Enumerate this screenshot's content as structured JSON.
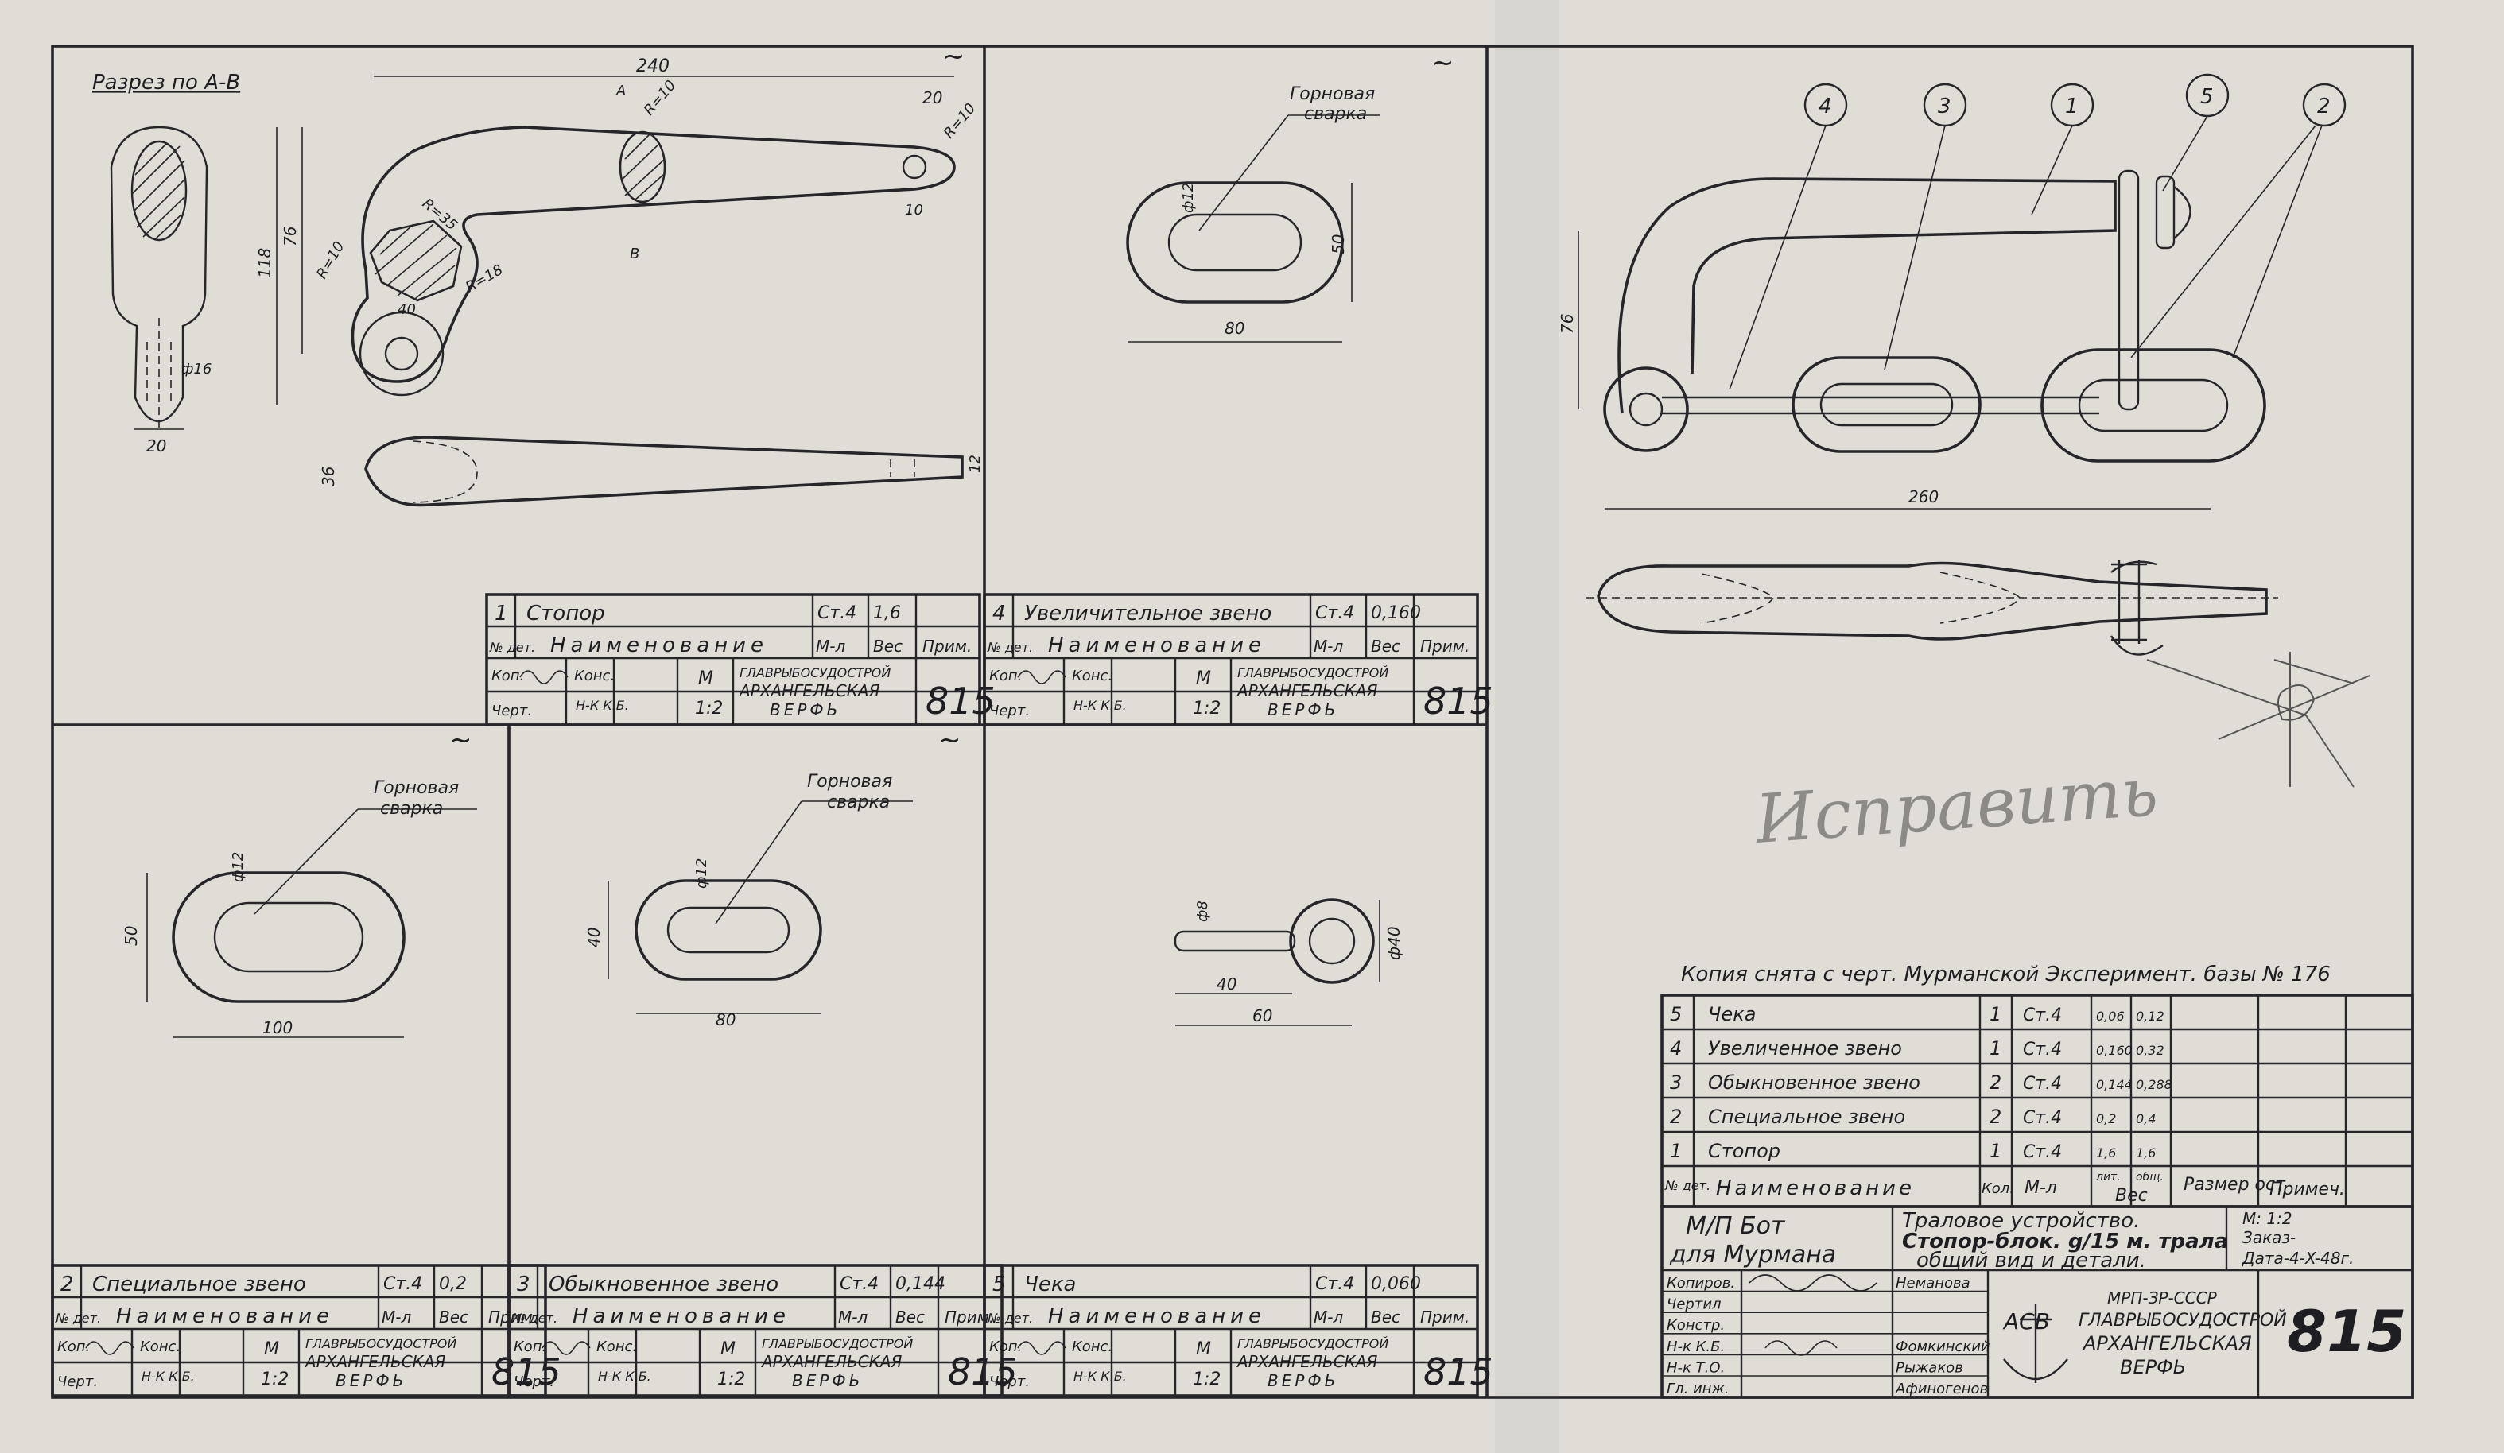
{
  "section_label": "Разрез по А-В",
  "surface_mark": "~",
  "dims": {
    "stopper": [
      "240",
      "20",
      "R=10",
      "R=10",
      "R=35",
      "R=18",
      "R=10",
      "76",
      "118",
      "10",
      "40",
      "ф16",
      "20",
      "36",
      "12",
      "A",
      "B"
    ],
    "link_enlarged": [
      "ф12",
      "50",
      "80"
    ],
    "link_special": [
      "ф12",
      "50",
      "100"
    ],
    "link_common": [
      "ф12",
      "40",
      "80"
    ],
    "pin": [
      "ф8",
      "ф40",
      "40",
      "60"
    ],
    "assembly": [
      "76",
      "260"
    ]
  },
  "weld_note": {
    "line1": "Горновая",
    "line2": "сварка"
  },
  "balloons": [
    "4",
    "3",
    "1",
    "5",
    "2"
  ],
  "handwritten_note": "Исправить",
  "detail_blocks": [
    {
      "no": "1",
      "name": "Стопор",
      "mat": "Ст.4",
      "wt": "1,6"
    },
    {
      "no": "4",
      "name": "Увеличительное звено",
      "mat": "Ст.4",
      "wt": "0,160"
    },
    {
      "no": "2",
      "name": "Специальное звено",
      "mat": "Ст.4",
      "wt": "0,2"
    },
    {
      "no": "3",
      "name": "Обыкновенное звено",
      "mat": "Ст.4",
      "wt": "0,144"
    },
    {
      "no": "5",
      "name": "Чека",
      "mat": "Ст.4",
      "wt": "0,060"
    }
  ],
  "block_labels": {
    "det_no": "№ дет.",
    "name_hdr": "Наименование",
    "mat_hdr": "М-л",
    "wt_hdr": "Вес",
    "note_hdr": "Прим.",
    "kop": "Коп.",
    "kons": "Конс.",
    "cherT": "Черт.",
    "nk": "Н-К К.Б.",
    "m": "М",
    "scale": "1:2",
    "org1": "ГЛАВРЫБОСУДОСТРОЙ",
    "org2": "АРХАНГЕЛЬСКАЯ",
    "org3": "ВЕРФЬ",
    "drawing_no": "815"
  },
  "copy_note": "Копия снята с черт. Мурманской Эксперимент. базы № 176",
  "bom": {
    "rows": [
      {
        "no": "5",
        "name": "Чека",
        "qty": "1",
        "mat": "Ст.4",
        "w1": "0,06",
        "w2": "0,12"
      },
      {
        "no": "4",
        "name": "Увеличенное звено",
        "qty": "1",
        "mat": "Ст.4",
        "w1": "0,160",
        "w2": "0,32"
      },
      {
        "no": "3",
        "name": "Обыкновенное звено",
        "qty": "2",
        "mat": "Ст.4",
        "w1": "0,144",
        "w2": "0,288"
      },
      {
        "no": "2",
        "name": "Специальное звено",
        "qty": "2",
        "mat": "Ст.4",
        "w1": "0,2",
        "w2": "0,4"
      },
      {
        "no": "1",
        "name": "Стопор",
        "qty": "1",
        "mat": "Ст.4",
        "w1": "1,6",
        "w2": "1,6"
      }
    ],
    "header": {
      "no": "№ дет.",
      "name": "Наименование",
      "qty": "Кол.",
      "mat": "М-л",
      "w1": "лит.",
      "w2": "общ.",
      "wt": "Вес",
      "size": "Размер ост",
      "note": "Примеч."
    }
  },
  "title_block": {
    "vessel1": "М/П Бот",
    "vessel2": "для Мурмана",
    "desc1": "Траловое устройство.",
    "desc2": "Стопор-блок. g/15 м. трала",
    "desc3": "общий вид и детали.",
    "scale": "М: 1:2",
    "order": "Заказ-",
    "date": "Дата-4-X-48г.",
    "roles": [
      "Копиров.",
      "Чертил",
      "Констр.",
      "Н-к К.Б.",
      "Н-к Т.О.",
      "Гл. инж."
    ],
    "names": [
      "Неманова",
      "",
      "",
      "Фомкинский",
      "Рыжаков",
      "Афиногенов"
    ],
    "ministry": "МРП-ЗР-СССР",
    "org1": "ГЛАВРЫБОСУДОСТРОЙ",
    "org2": "АРХАНГЕЛЬСКАЯ",
    "org3": "ВЕРФЬ",
    "logo": "АСВ",
    "drawing_no": "815"
  }
}
